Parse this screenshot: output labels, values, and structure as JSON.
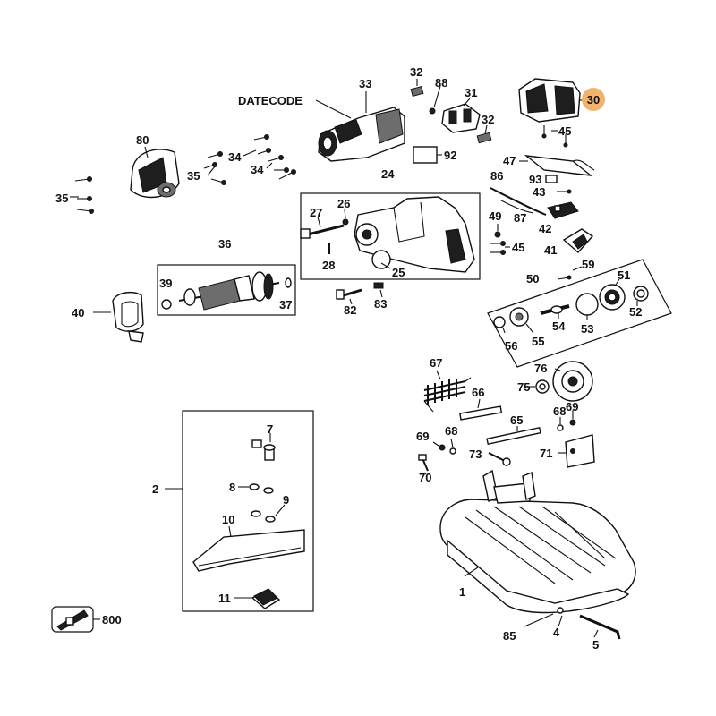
{
  "datecode_label": "DATECODE",
  "highlight_color": "#f2b36f",
  "callouts": {
    "c1": "1",
    "c2": "2",
    "c4": "4",
    "c5": "5",
    "c7": "7",
    "c8": "8",
    "c9": "9",
    "c10": "10",
    "c11": "11",
    "c24": "24",
    "c25": "25",
    "c26": "26",
    "c27": "27",
    "c28": "28",
    "c30": "30",
    "c31": "31",
    "c32a": "32",
    "c32b": "32",
    "c33": "33",
    "c34a": "34",
    "c34b": "34",
    "c35a": "35",
    "c35b": "35",
    "c36": "36",
    "c37": "37",
    "c39": "39",
    "c40": "40",
    "c41": "41",
    "c42": "42",
    "c43": "43",
    "c45a": "45",
    "c45b": "45",
    "c47": "47",
    "c49": "49",
    "c50": "50",
    "c51": "51",
    "c52": "52",
    "c53": "53",
    "c54": "54",
    "c55": "55",
    "c56": "56",
    "c59": "59",
    "c65": "65",
    "c66": "66",
    "c67": "67",
    "c68a": "68",
    "c68b": "68",
    "c69a": "69",
    "c69b": "69",
    "c70": "70",
    "c71": "71",
    "c73": "73",
    "c75": "75",
    "c76": "76",
    "c80": "80",
    "c82": "82",
    "c83": "83",
    "c85": "85",
    "c86": "86",
    "c87": "87",
    "c88": "88",
    "c92": "92",
    "c93": "93",
    "c800": "800"
  }
}
